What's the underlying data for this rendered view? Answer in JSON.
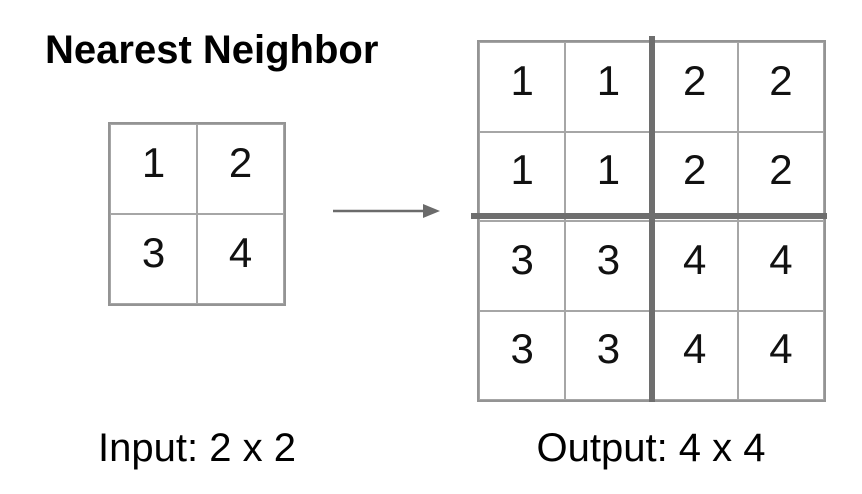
{
  "title": "Nearest Neighbor",
  "input_grid": {
    "label": "Input: 2 x 2",
    "rows": [
      [
        "1",
        "2"
      ],
      [
        "3",
        "4"
      ]
    ]
  },
  "output_grid": {
    "label": "Output: 4 x 4",
    "rows": [
      [
        "1",
        "1",
        "2",
        "2"
      ],
      [
        "1",
        "1",
        "2",
        "2"
      ],
      [
        "3",
        "3",
        "4",
        "4"
      ],
      [
        "3",
        "3",
        "4",
        "4"
      ]
    ]
  },
  "icons": {
    "arrow": "right-arrow"
  },
  "colors": {
    "background": "#ffffff",
    "text": "#000000",
    "thin_grid_line": "#a6a6a6",
    "grid_border": "#949494",
    "thick_divider": "#6e6e6e",
    "arrow": "#6b6b6b"
  }
}
